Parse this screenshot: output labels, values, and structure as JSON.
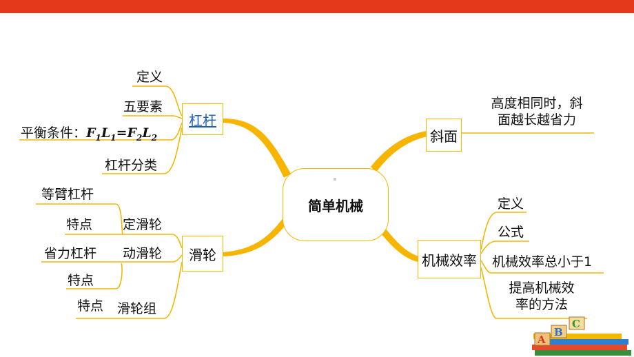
{
  "center": "简单机械",
  "lever": {
    "title": "杠杆",
    "items": [
      "定义",
      "五要素",
      "平衡条件：",
      "杠杆分类"
    ],
    "formula": {
      "F1": "F",
      "s1": "1",
      "L1": "L",
      "s2": "1",
      "eq": "=",
      "F2": "F",
      "s3": "2",
      "L2": "L",
      "s4": "2"
    }
  },
  "pulley": {
    "title": "滑轮",
    "fixed": {
      "label": "定滑轮",
      "children": [
        "等臂杠杆",
        "特点"
      ]
    },
    "movable": {
      "label": "动滑轮",
      "children": [
        "省力杠杆",
        "特点"
      ]
    },
    "block": {
      "label": "滑轮组",
      "children": [
        "特点"
      ]
    }
  },
  "incline": {
    "title": "斜面",
    "note_line1": "高度相同时，斜",
    "note_line2": "面越长越省力"
  },
  "efficiency": {
    "title": "机械效率",
    "items": [
      "定义",
      "公式",
      "机械效率总小于1"
    ],
    "last_line1": "提高机械效",
    "last_line2": "率的方法"
  },
  "decor": {
    "letters": [
      "A",
      "B",
      "C"
    ],
    "colors": {
      "bar": "#e43a1b",
      "branch": "#f2b800"
    }
  }
}
